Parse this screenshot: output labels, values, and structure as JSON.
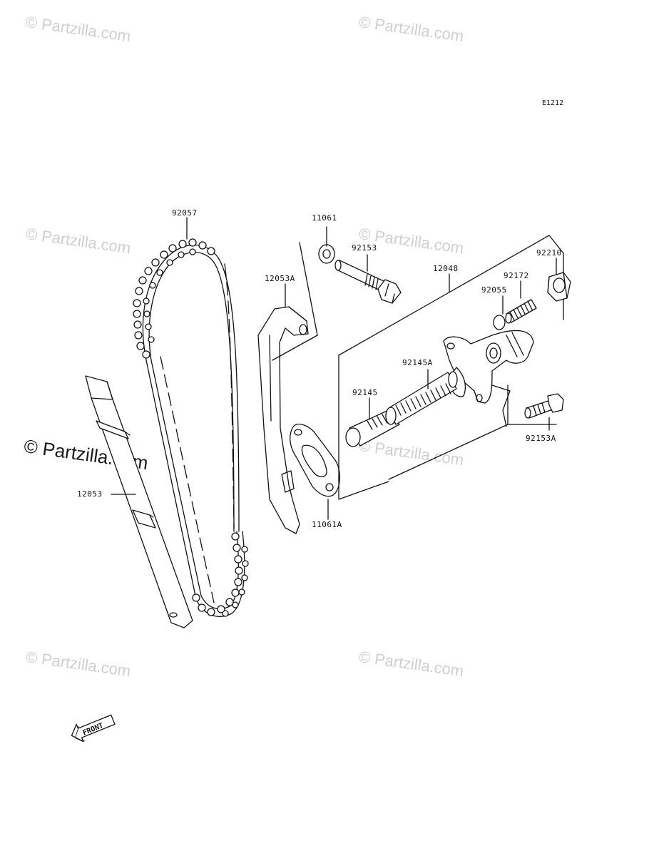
{
  "diagram_code": "E1212",
  "watermark": "© Partzilla.com",
  "front_label": "FRONT",
  "parts": [
    {
      "id": "92057"
    },
    {
      "id": "11061"
    },
    {
      "id": "92153"
    },
    {
      "id": "12053A"
    },
    {
      "id": "12048"
    },
    {
      "id": "92210"
    },
    {
      "id": "92172"
    },
    {
      "id": "92055"
    },
    {
      "id": "92145A"
    },
    {
      "id": "92145"
    },
    {
      "id": "92153A"
    },
    {
      "id": "11061A"
    },
    {
      "id": "12053"
    }
  ]
}
